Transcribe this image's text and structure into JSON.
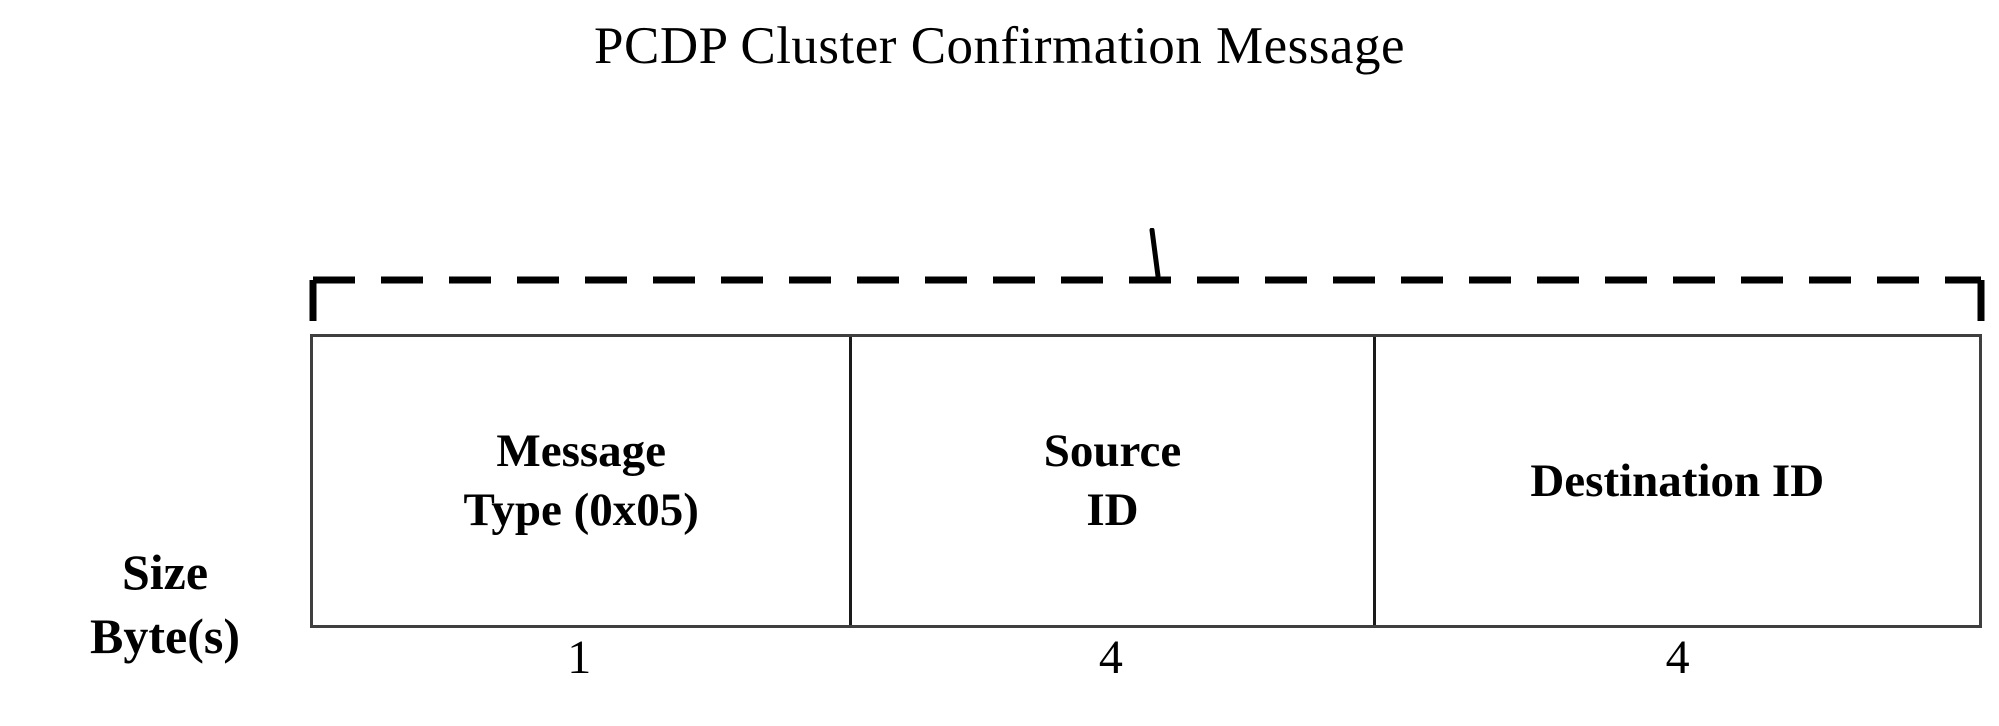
{
  "diagram": {
    "title": "PCDP Cluster Confirmation Message",
    "size_label": {
      "line1": "Size",
      "line2": "Byte(s)"
    },
    "fields": [
      {
        "name": "message-type",
        "label_line1": "Message",
        "label_line2": "Type (0x05)",
        "size_bytes": "1"
      },
      {
        "name": "source-id",
        "label_line1": "Source",
        "label_line2": "ID",
        "size_bytes": "4"
      },
      {
        "name": "destination-id",
        "label_line1": "Destination ID",
        "label_line2": "",
        "size_bytes": "4"
      }
    ],
    "colors": {
      "stroke": "#000000",
      "border": "#3f3f3f",
      "background": "#ffffff"
    }
  }
}
